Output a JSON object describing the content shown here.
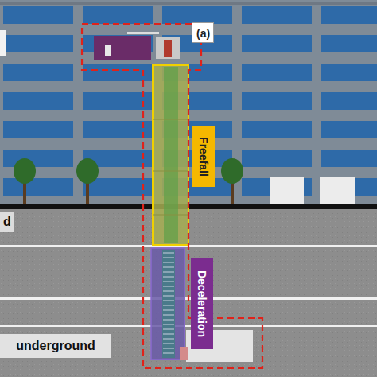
{
  "diagram": {
    "nodes": [
      {
        "text": [
          "(a)"
        ]
      },
      {
        "text": [
          "Freefall"
        ]
      },
      {
        "text": [
          "d"
        ]
      },
      {
        "text": [
          "Deceleration"
        ]
      },
      {
        "text": [
          "underground"
        ]
      }
    ]
  }
}
